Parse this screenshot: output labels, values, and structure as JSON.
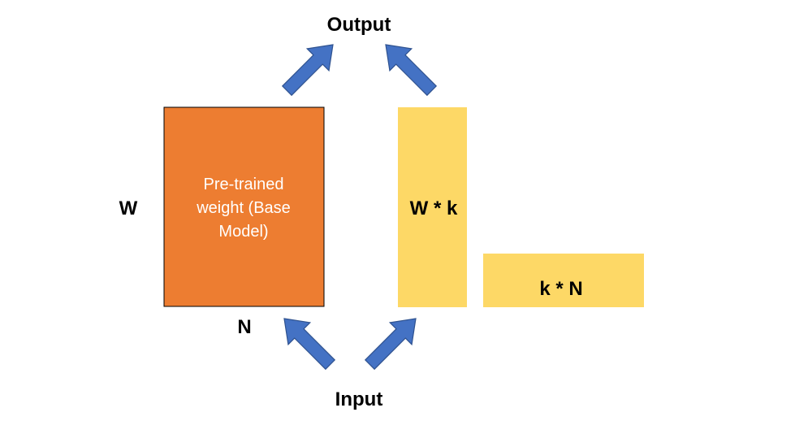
{
  "labels": {
    "output": "Output",
    "input": "Input",
    "w": "W",
    "n": "N"
  },
  "base_model": {
    "lines": [
      "Pre-trained",
      "weight (Base",
      "Model)"
    ]
  },
  "matrix_a": {
    "label": "W * k"
  },
  "matrix_b": {
    "label": "k * N"
  },
  "colors": {
    "base_fill": "#ED7D31",
    "lowrank_fill": "#FDD866",
    "arrow_fill": "#4472C4",
    "arrow_stroke": "#2F528F"
  }
}
